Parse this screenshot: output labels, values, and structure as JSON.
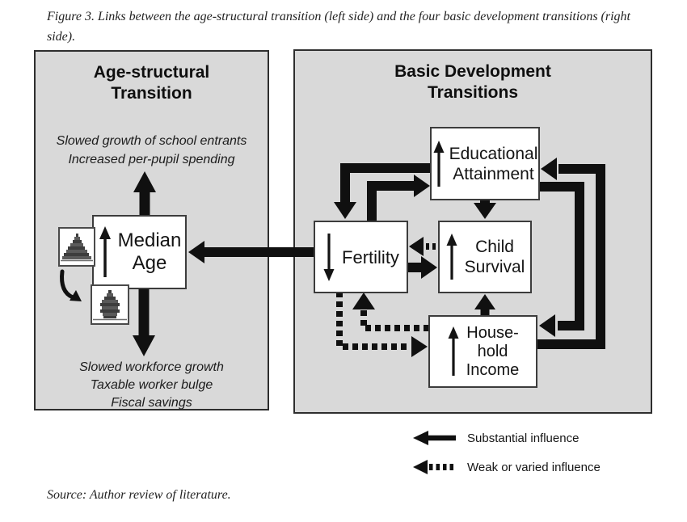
{
  "figure": {
    "caption": "Figure 3. Links between the age-structural transition (left side) and the four basic development transitions (right side).",
    "source": "Source: Author review of literature."
  },
  "left_panel": {
    "title_line1": "Age-structural",
    "title_line2": "Transition",
    "top_effects": [
      "Slowed growth of school entrants",
      "Increased per-pupil spending"
    ],
    "bottom_effects": [
      "Slowed workforce growth",
      "Taxable worker bulge",
      "Fiscal savings"
    ],
    "median_age": {
      "line1": "Median",
      "line2": "Age",
      "trend": "up"
    }
  },
  "right_panel": {
    "title_line1": "Basic Development",
    "title_line2": "Transitions",
    "educational_attainment": {
      "line1": "Educational",
      "line2": "Attainment",
      "trend": "up"
    },
    "fertility": {
      "line1": "Fertility",
      "trend": "down"
    },
    "child_survival": {
      "line1": "Child",
      "line2": "Survival",
      "trend": "up"
    },
    "household_income": {
      "line1": "House-",
      "line2": "hold",
      "line3": "Income",
      "trend": "up"
    }
  },
  "legend": [
    {
      "style": "solid",
      "label": "Substantial influence"
    },
    {
      "style": "dashed",
      "label": "Weak or varied influence"
    }
  ],
  "diagram": {
    "influences": [
      {
        "from": "Fertility",
        "to": "Median Age",
        "strength": "substantial"
      },
      {
        "from": "Educational Attainment",
        "to": "Fertility",
        "strength": "substantial"
      },
      {
        "from": "Fertility",
        "to": "Educational Attainment",
        "strength": "substantial"
      },
      {
        "from": "Educational Attainment",
        "to": "Child Survival",
        "strength": "substantial"
      },
      {
        "from": "Fertility",
        "to": "Child Survival",
        "strength": "substantial"
      },
      {
        "from": "Child Survival",
        "to": "Fertility",
        "strength": "weak"
      },
      {
        "from": "Household Income",
        "to": "Child Survival",
        "strength": "substantial"
      },
      {
        "from": "Educational Attainment",
        "to": "Household Income",
        "strength": "substantial"
      },
      {
        "from": "Household Income",
        "to": "Educational Attainment",
        "strength": "substantial"
      },
      {
        "from": "Fertility",
        "to": "Household Income",
        "strength": "weak"
      },
      {
        "from": "Household Income",
        "to": "Fertility",
        "strength": "weak"
      },
      {
        "from": "Median Age rise",
        "to": "Slowed growth of school entrants; Increased per-pupil spending",
        "strength": "substantial"
      },
      {
        "from": "Median Age rise",
        "to": "Slowed workforce growth; Taxable worker bulge; Fiscal savings",
        "strength": "substantial"
      }
    ]
  },
  "colors": {
    "panel_bg": "#d9d9d9",
    "panel_border": "#2e2e2e",
    "box_border": "#3c3c3c",
    "arrow": "#101010",
    "text": "#141414"
  }
}
